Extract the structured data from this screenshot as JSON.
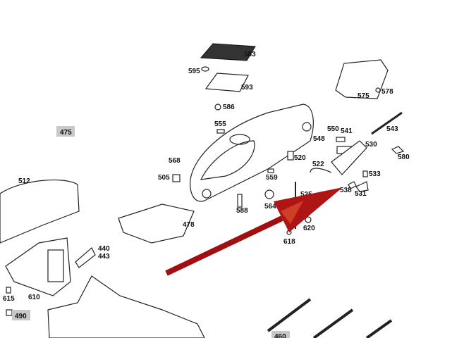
{
  "labels": {
    "p583": "583",
    "p595": "595",
    "p593": "593",
    "p586": "586",
    "p575": "575",
    "p578": "578",
    "p555": "555",
    "p475": "475",
    "p550": "550",
    "p541": "541",
    "p548": "548",
    "p543": "543",
    "p530": "530",
    "p580": "580",
    "p568": "568",
    "p520": "520",
    "p522": "522",
    "p505": "505",
    "p559": "559",
    "p533": "533",
    "p512": "512",
    "p538": "538",
    "p531": "531",
    "p525": "525",
    "p564": "564",
    "p588": "588",
    "p478": "478",
    "p620": "620",
    "p618": "618",
    "p440": "440",
    "p443": "443",
    "p615": "615",
    "p610": "610",
    "p490": "490",
    "p460": "460"
  },
  "colors": {
    "arrow": "#a01010",
    "highlight_box": "#c8c8c8"
  }
}
